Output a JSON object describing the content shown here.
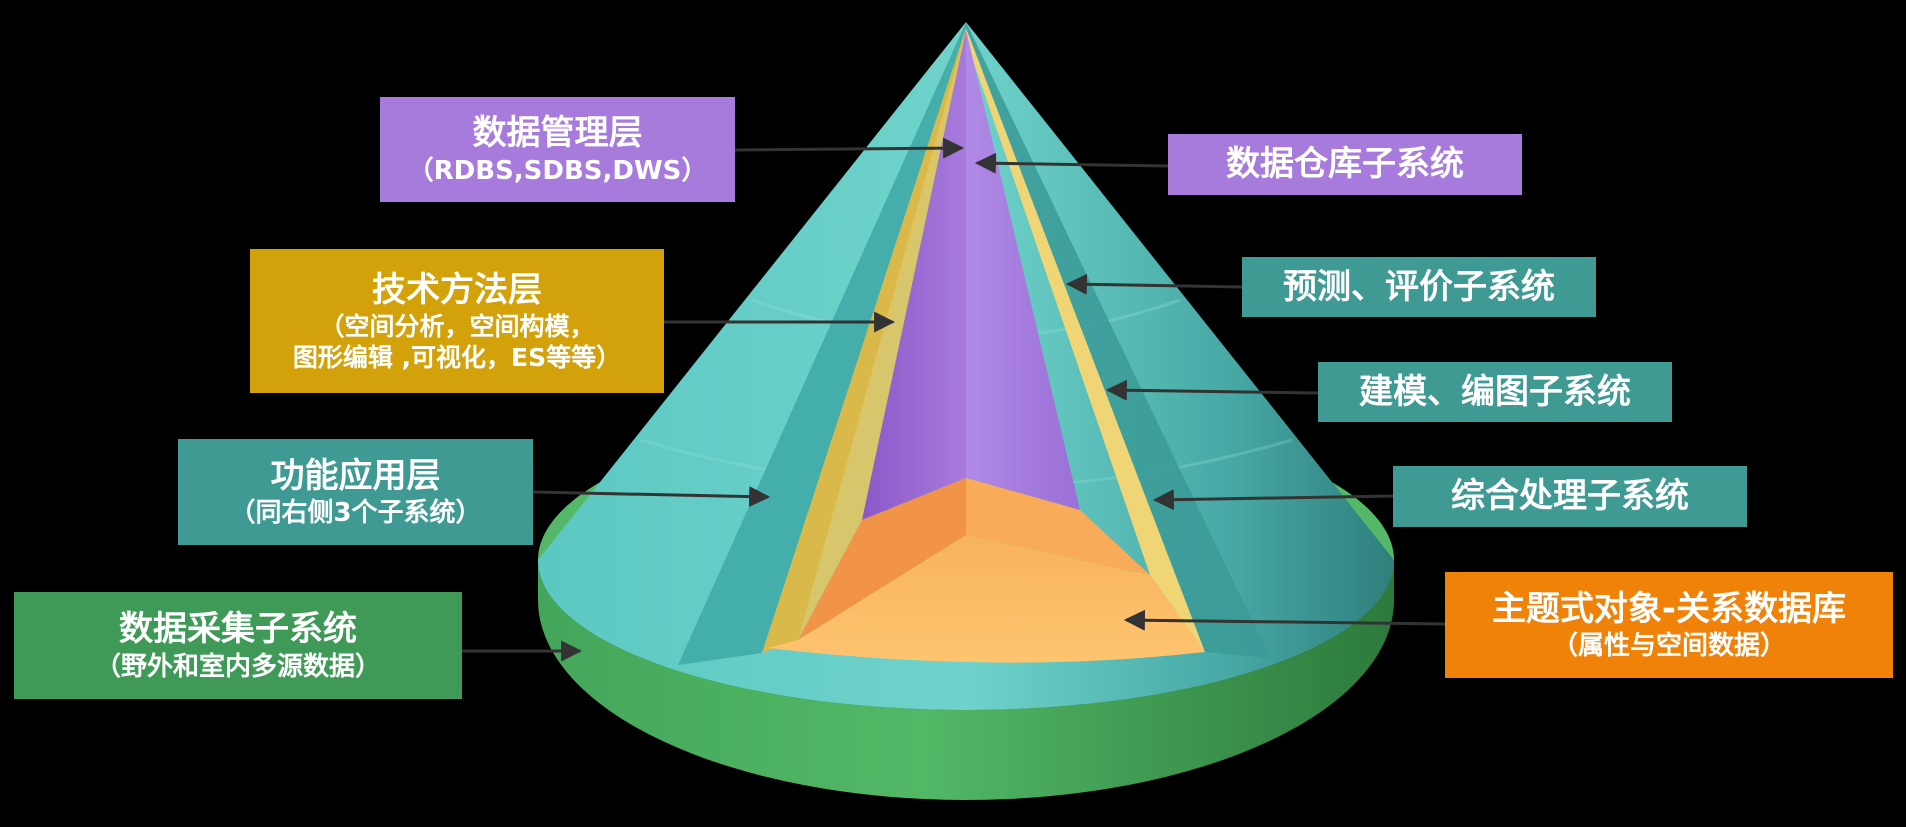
{
  "colors": {
    "background": "#000000",
    "purple": "#a77bdc",
    "gold": "#d3a10a",
    "teal": "#3f9a93",
    "green": "#3f9a58",
    "orange": "#f08209",
    "arrow": "#333333"
  },
  "left_labels": {
    "data_management": {
      "title": "数据管理层",
      "sub": "（RDBS,SDBS,DWS）"
    },
    "technical_methods": {
      "title": "技术方法层",
      "sub1": "（空间分析，空间构模，",
      "sub2": "图形编辑 ,可视化，ES等等）"
    },
    "function_application": {
      "title": "功能应用层",
      "sub": "（同右侧3个子系统）"
    },
    "data_collection": {
      "title": "数据采集子系统",
      "sub": "（野外和室内多源数据）"
    }
  },
  "right_labels": {
    "data_warehouse": {
      "title": "数据仓库子系统"
    },
    "forecast_evaluation": {
      "title": "预测、评价子系统"
    },
    "modeling_mapping": {
      "title": "建模、编图子系统"
    },
    "integrated_processing": {
      "title": "综合处理子系统"
    },
    "thematic_database": {
      "title": "主题式对象-关系数据库",
      "sub": "（属性与空间数据）"
    }
  }
}
